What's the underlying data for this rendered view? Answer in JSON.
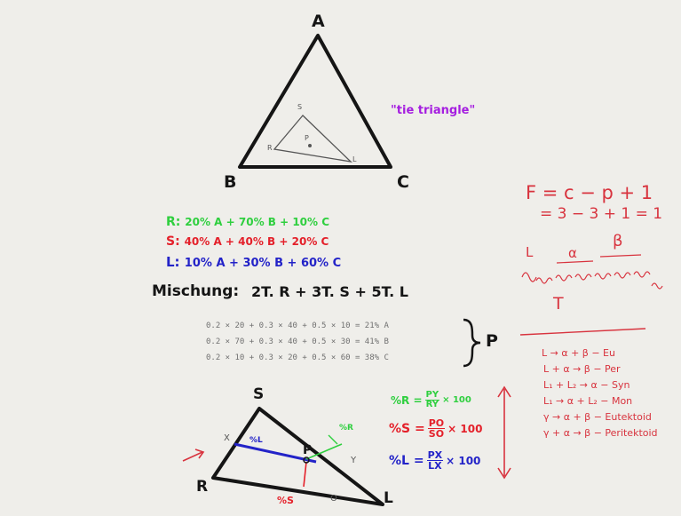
{
  "colors": {
    "board": "#efeeea",
    "ink": "#151515",
    "green": "#2fcf3f",
    "red": "#e4202a",
    "blue": "#2323c8",
    "purple": "#a51ee0",
    "gray": "#707070",
    "pen_red": "#d8333e"
  },
  "top_triangle": {
    "vertex_a": "A",
    "vertex_b": "B",
    "vertex_c": "C",
    "inner_s": "S",
    "inner_r": "R",
    "inner_l": "L",
    "inner_p": "P"
  },
  "tie_triangle_label": "\"tie triangle\"",
  "compositions": {
    "r": {
      "name": "R:",
      "text": "20% A + 70% B + 10% C"
    },
    "s": {
      "name": "S:",
      "text": "40% A + 40% B + 20% C"
    },
    "l": {
      "name": "L:",
      "text": "10% A + 30% B + 60% C"
    }
  },
  "mixture": {
    "label": "Mischung:",
    "formula": "2T. R + 3T. S + 5T. L"
  },
  "calc_lines": [
    "0.2 × 20 + 0.3 × 40 + 0.5 × 10 = 21% A",
    "0.2 × 70 + 0.3 × 40 + 0.5 × 30 = 41% B",
    "0.2 × 10 + 0.3 × 20 + 0.5 × 60 = 38% C"
  ],
  "calc_result": "P",
  "bottom_triangle": {
    "vertex_s": "S",
    "vertex_r": "R",
    "vertex_l": "L",
    "point_p": "P",
    "point_x": "X",
    "point_y": "Y",
    "point_o": "O",
    "pct_l": "%L",
    "pct_r": "%R",
    "pct_s": "%S"
  },
  "ratios": {
    "r": {
      "lhs": "%R =",
      "num": "PY",
      "den": "RY",
      "rhs": "× 100"
    },
    "s": {
      "lhs": "%S =",
      "num": "PO",
      "den": "SO",
      "rhs": "× 100"
    },
    "l": {
      "lhs": "%L =",
      "num": "PX",
      "den": "LX",
      "rhs": "× 100"
    }
  },
  "phase_rule": {
    "line1": "F = c − p + 1",
    "line2": "= 3 − 3 + 1 = 1",
    "phase_l": "L",
    "phase_alpha": "α",
    "phase_beta": "β",
    "phase_t": "T"
  },
  "reactions": [
    "L → α + β − Eu",
    "L + α → β − Per",
    "L₁ + L₂ → α − Syn",
    "L₁ → α + L₂ − Mon",
    "γ → α + β − Eutektoid",
    "γ + α → β − Peritektoid"
  ]
}
